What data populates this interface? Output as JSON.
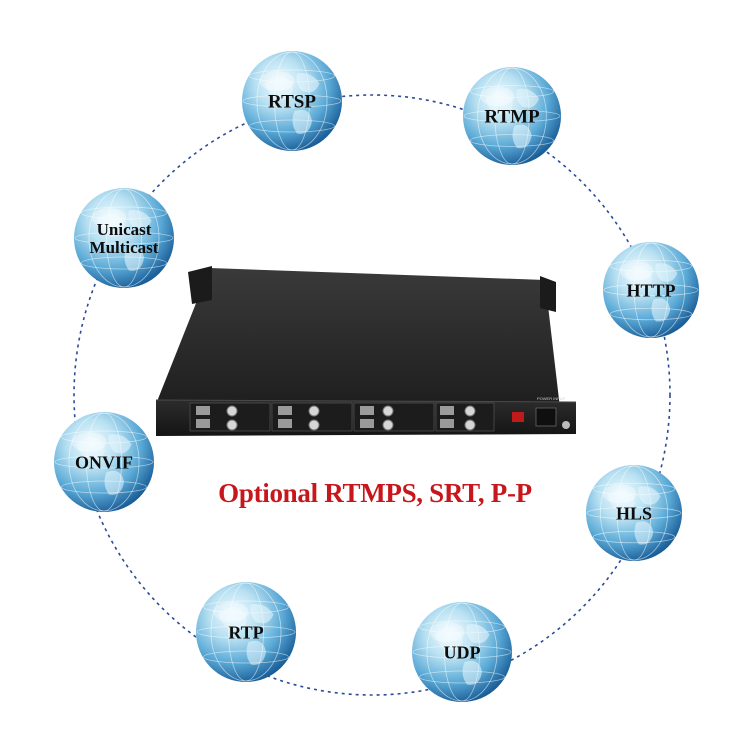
{
  "colors": {
    "background": "#ffffff",
    "ring_dots": "#2b4a9a",
    "globe_light": "#e8f6fc",
    "globe_mid": "#78bfe0",
    "globe_dark": "#1f6fa8",
    "caption": "#c8171c",
    "device_body": "#2a2a2a"
  },
  "protocols": [
    {
      "id": "rtsp",
      "lines": [
        "RTSP"
      ]
    },
    {
      "id": "rtmp",
      "lines": [
        "RTMP"
      ]
    },
    {
      "id": "unicast-multicast",
      "lines": [
        "Unicast",
        "Multicast"
      ]
    },
    {
      "id": "http",
      "lines": [
        "HTTP"
      ]
    },
    {
      "id": "onvif",
      "lines": [
        "ONVIF"
      ]
    },
    {
      "id": "hls",
      "lines": [
        "HLS"
      ]
    },
    {
      "id": "rtp",
      "lines": [
        "RTP"
      ]
    },
    {
      "id": "udp",
      "lines": [
        "UDP"
      ]
    }
  ],
  "caption": "Optional RTMPS, SRT, P-P",
  "device": {
    "module_count": 4,
    "power_panel_label": "POWER INPUT"
  }
}
